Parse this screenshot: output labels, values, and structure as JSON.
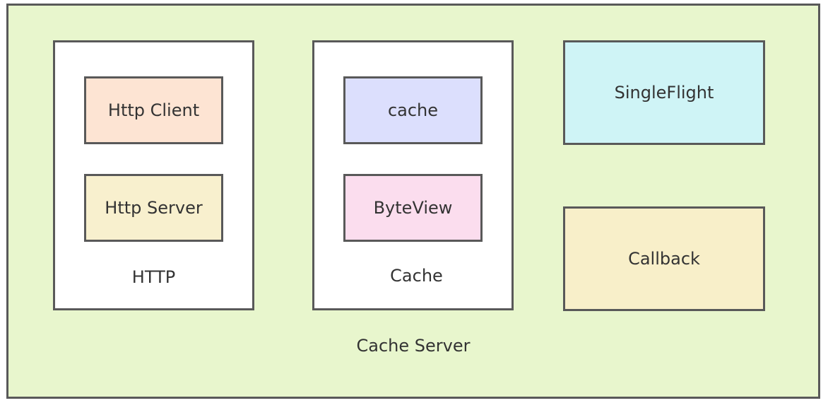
{
  "outer": {
    "label": "Cache Server",
    "fill": "#e8f6cd"
  },
  "http_group": {
    "label": "HTTP",
    "client_label": "Http Client",
    "client_fill": "#fde4d3",
    "server_label": "Http Server",
    "server_fill": "#f8f0ce"
  },
  "cache_group": {
    "label": "Cache",
    "cache_label": "cache",
    "cache_fill": "#dcdffd",
    "byteview_label": "ByteView",
    "byteview_fill": "#fbddee"
  },
  "singleflight": {
    "label": "SingleFlight",
    "fill": "#cff4f6"
  },
  "callback": {
    "label": "Callback",
    "fill": "#f8efc9"
  },
  "colors": {
    "border": "#595959",
    "text": "#333333"
  }
}
